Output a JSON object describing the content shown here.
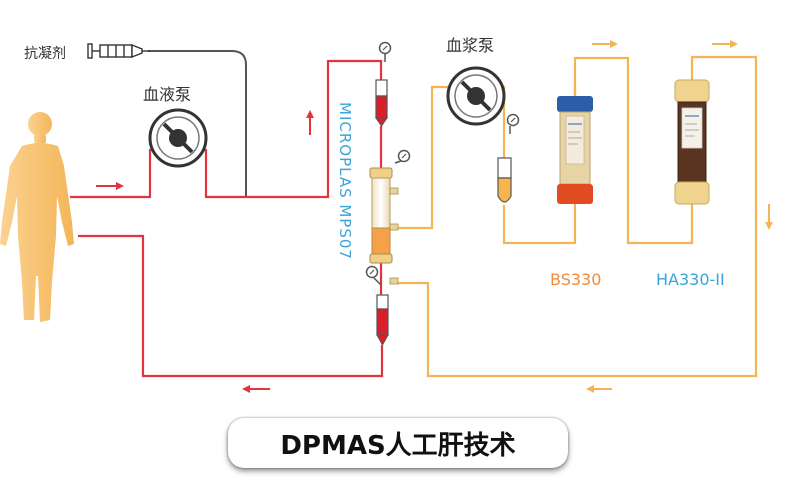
{
  "labels": {
    "anticoagulant": "抗凝剂",
    "blood_pump": "血液泵",
    "plasma_pump": "血浆泵",
    "microplas": "MICROPLAS MPS07",
    "bs330": "BS330",
    "ha330": "HA330-II",
    "title": "DPMAS人工肝技术"
  },
  "colors": {
    "blood_line": "#e0343f",
    "plasma_line": "#f4b455",
    "blue_text": "#3aa4d8",
    "orange_text": "#f08a3c",
    "body": "#f7c373"
  }
}
